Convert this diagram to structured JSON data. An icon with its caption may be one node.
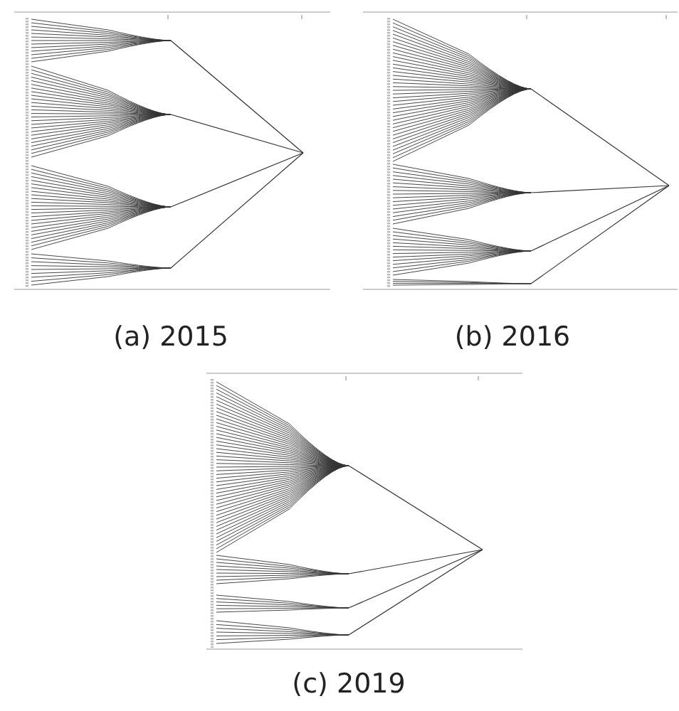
{
  "diagram": {
    "labels": [
      "(a) 2015",
      "(b) 2016",
      "(c) 2019"
    ]
  }
}
